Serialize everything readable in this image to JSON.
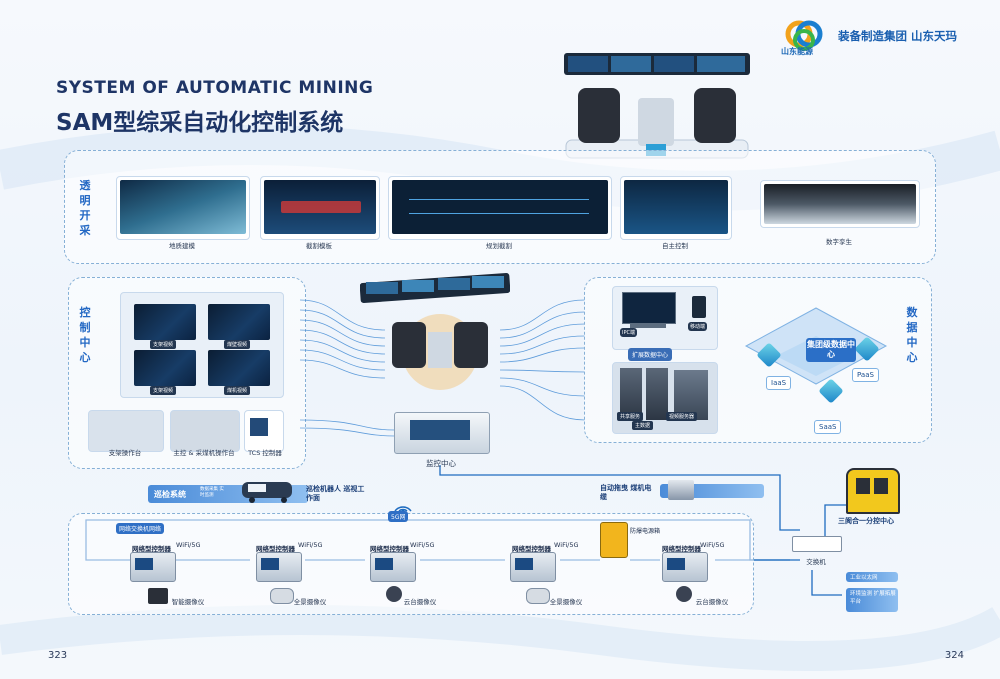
{
  "header": {
    "title_en": "SYSTEM OF AUTOMATIC MINING",
    "title_cn": "SAM型综采自动化控制系统",
    "logo_text": "山东能源",
    "brand": "装备制造集团 山东天玛"
  },
  "pages": {
    "left": "323",
    "right": "324"
  },
  "sections": {
    "top": {
      "label": "透明开采",
      "items": [
        "地质建模",
        "截割模板",
        "规划截割",
        "自主控制",
        "数字孪生"
      ]
    },
    "control": {
      "label": "控制中心",
      "screens": [
        "支架视频",
        "煤壁视频",
        "支架视频",
        "煤机视频"
      ],
      "panels": [
        "支架操作台",
        "主控 & 采煤机操作台",
        "TCS 控制器"
      ]
    },
    "data": {
      "label": "数据中心",
      "ipc": "IPC端",
      "mobile": "移动端",
      "ext_center": "扩展数据中心",
      "rack_labels": [
        "共享服务",
        "视频服务器",
        "主数据"
      ],
      "cloud_center": "集团级数据中心",
      "iaas": "IaaS",
      "paas": "PaaS",
      "saas": "SaaS"
    },
    "monitor": "监控中心",
    "inspection": {
      "label": "巡检系统",
      "small": "数据采集 实时监测",
      "robot": "巡检机器人 巡视工作面"
    },
    "drag": "自动拖曳 煤机电缆",
    "tri": "三阂合一分控中心",
    "network": "5G网",
    "ring": "网络交换机网络",
    "controller_label": "网络型控制器",
    "wifi": "WiFi/5G",
    "power": "防爆电源箱",
    "cameras": [
      "智能摄像仪",
      "全景摄像仪",
      "云台摄像仪",
      "全景摄像仪",
      "云台摄像仪"
    ],
    "switch": "交换机",
    "right_boxes": [
      "工业以太网",
      "环境监测 扩展拓展平台"
    ]
  }
}
